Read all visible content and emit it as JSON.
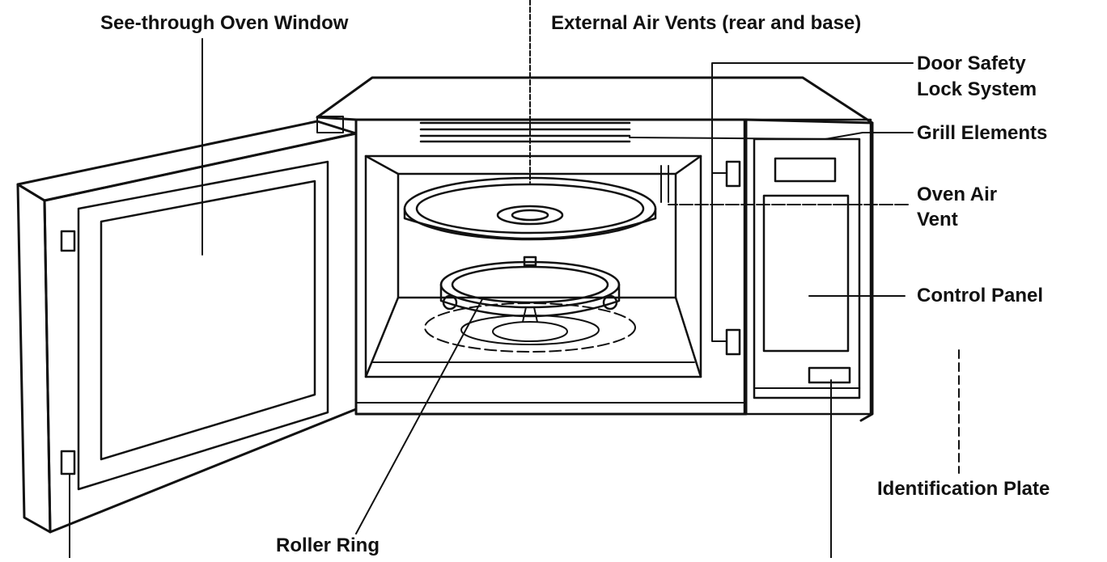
{
  "labels": {
    "window": "See-through Oven Window",
    "vents": "External Air Vents (rear and base)",
    "lock_line1": "Door Safety",
    "lock_line2": "Lock System",
    "grill": "Grill Elements",
    "air_vent_line1": "Oven Air",
    "air_vent_line2": "Vent",
    "control": "Control Panel",
    "id_plate": "Identification Plate",
    "roller": "Roller Ring"
  },
  "colors": {
    "ink": "#111111",
    "background": "#ffffff"
  }
}
